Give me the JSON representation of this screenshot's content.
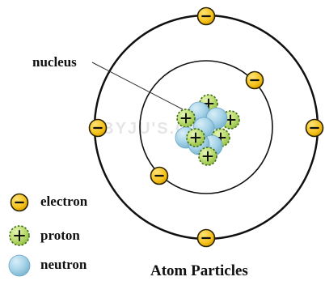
{
  "diagram": {
    "nucleus_label": "nucleus",
    "title": "Atom Particles",
    "watermark": "BYJU'S.COM",
    "legend": [
      {
        "key": "electron",
        "label": "electron"
      },
      {
        "key": "proton",
        "label": "proton"
      },
      {
        "key": "neutron",
        "label": "neutron"
      }
    ],
    "counts": {
      "electrons": 6,
      "protons": 6,
      "neutrons": 6
    },
    "colors": {
      "orbit": "#111111",
      "electron_fill": "#f7c51e",
      "electron_stroke": "#2a2200",
      "proton_fill": "#b9db6b",
      "proton_stroke": "#3f6e16",
      "neutron_fill": "#9fd0e6",
      "neutron_stroke": "#6aa7c4",
      "text": "#111111",
      "watermark": "#e6e6e6"
    }
  }
}
